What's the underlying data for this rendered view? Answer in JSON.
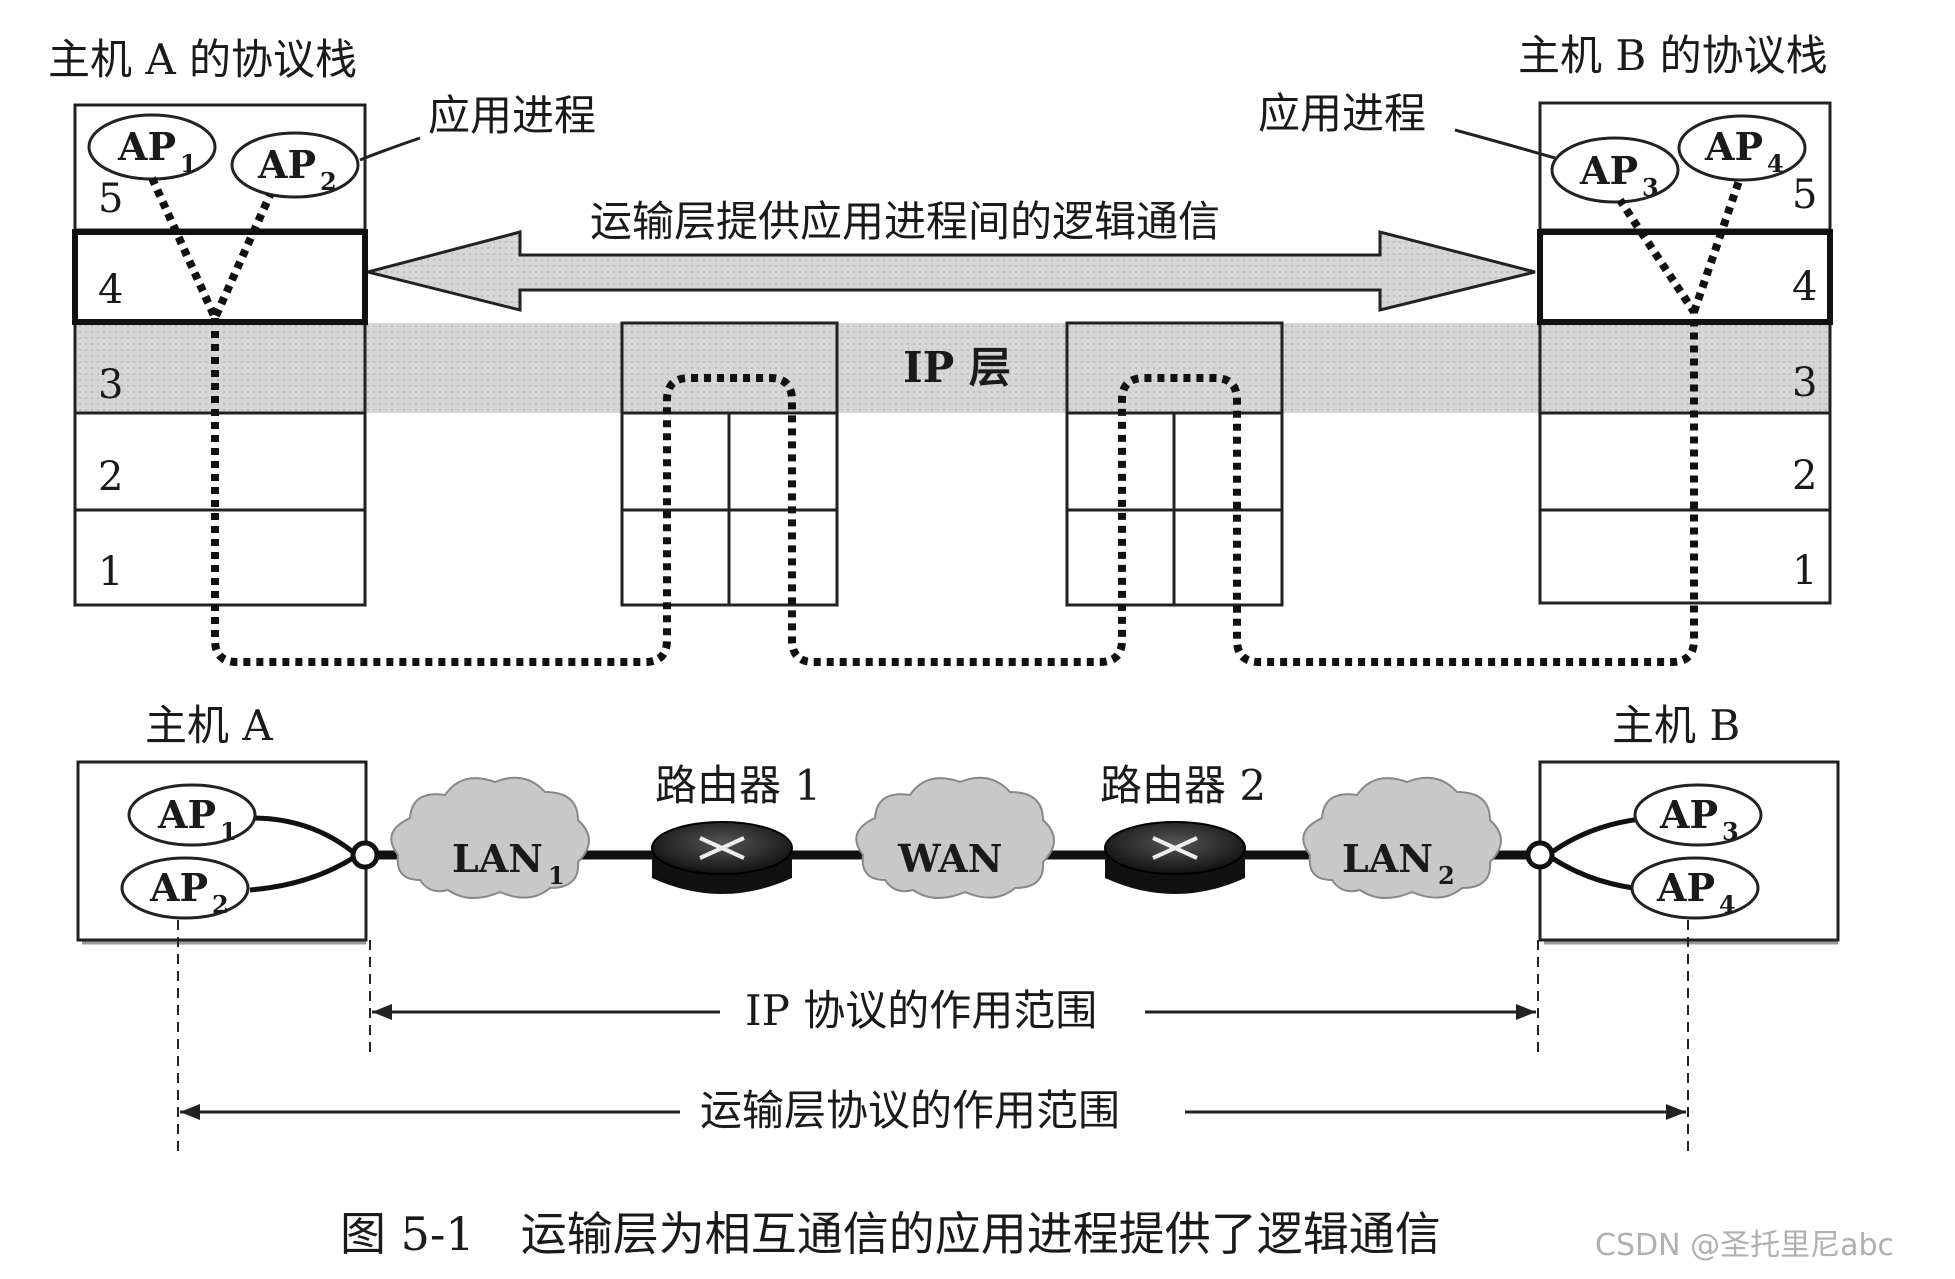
{
  "top": {
    "host_a_stack_title": "主机 A 的协议栈",
    "host_b_stack_title": "主机 B 的协议栈",
    "app_process_label_left": "应用进程",
    "app_process_label_right": "应用进程",
    "transport_logical_comm": "运输层提供应用进程间的逻辑通信",
    "ip_layer_label": "IP 层",
    "layers": [
      "5",
      "4",
      "3",
      "2",
      "1"
    ],
    "left_processes": [
      {
        "ap": "AP",
        "sub": "1"
      },
      {
        "ap": "AP",
        "sub": "2"
      }
    ],
    "right_processes": [
      {
        "ap": "AP",
        "sub": "3"
      },
      {
        "ap": "AP",
        "sub": "4"
      }
    ]
  },
  "bottom": {
    "host_a": "主机 A",
    "host_b": "主机 B",
    "router1": "路由器 1",
    "router2": "路由器 2",
    "lan1": {
      "name": "LAN",
      "sub": "1"
    },
    "wan": "WAN",
    "lan2": {
      "name": "LAN",
      "sub": "2"
    },
    "left_processes": [
      {
        "ap": "AP",
        "sub": "1"
      },
      {
        "ap": "AP",
        "sub": "2"
      }
    ],
    "right_processes": [
      {
        "ap": "AP",
        "sub": "3"
      },
      {
        "ap": "AP",
        "sub": "4"
      }
    ],
    "ip_scope": "IP 协议的作用范围",
    "transport_scope": "运输层协议的作用范围"
  },
  "caption": "图 5-1　运输层为相互通信的应用进程提供了逻辑通信",
  "watermark": "CSDN @圣托里尼abc"
}
